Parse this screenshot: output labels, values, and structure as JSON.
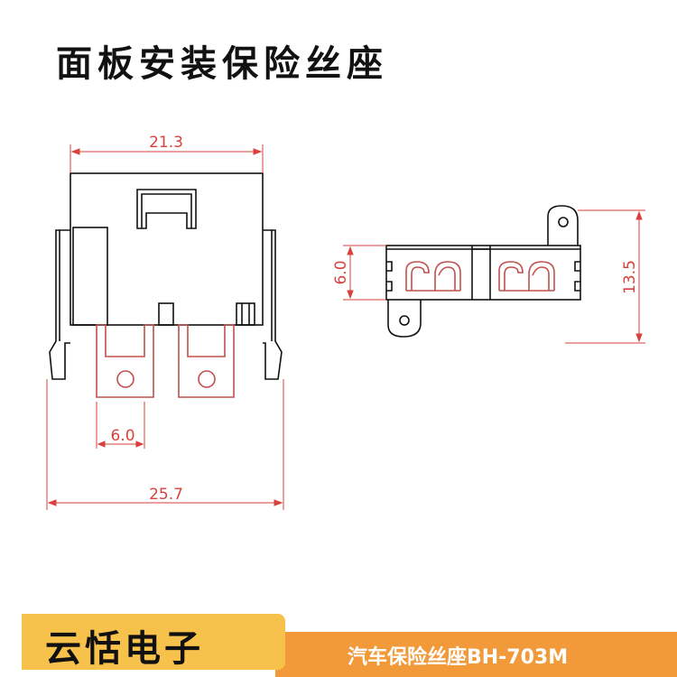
{
  "title": "面板安装保险丝座",
  "dimensions": {
    "front_top_width": "21.3",
    "front_pitch": "6.0",
    "front_total_width": "25.7",
    "side_height": "6.0",
    "side_total_height": "13.5"
  },
  "footer": {
    "brand": "云恬电子",
    "product": "汽车保险丝座BH-703M"
  },
  "colors": {
    "outline": "#111111",
    "dimension": "#d9413c",
    "terminal": "#c0504d",
    "brand_bg": "#f7c24b",
    "product_bg": "#f2993a"
  }
}
